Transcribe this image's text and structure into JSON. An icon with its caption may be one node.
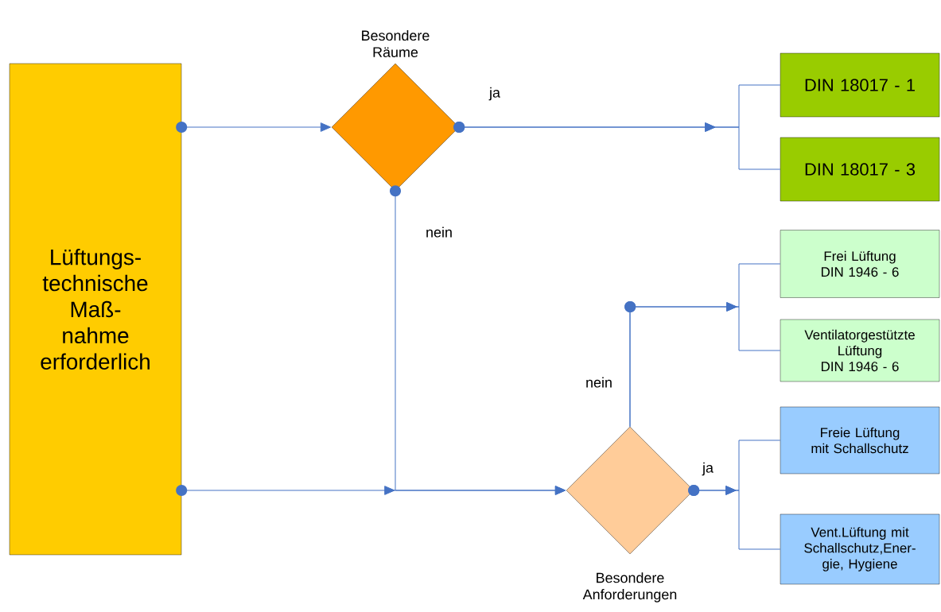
{
  "diagram": {
    "nodes": [
      {
        "text": [
          "Lüftungs- technische Maß- nahme erforderlich"
        ]
      },
      {
        "text": [
          "Besondere Räume"
        ]
      },
      {
        "text": [
          "Besondere Anforderungen"
        ]
      },
      {
        "text": [
          "DIN 18017 - 1"
        ]
      },
      {
        "text": [
          "DIN 18017 - 3"
        ]
      },
      {
        "text": [
          "Frei Lüftung",
          "DIN 1946 - 6"
        ]
      },
      {
        "text": [
          "Ventilatorgestützte Lüftung",
          "DIN 1946 - 6"
        ]
      },
      {
        "text": [
          "Freie Lüftung mit Schallschutz"
        ]
      },
      {
        "text": [
          "Vent.Lüftung mit Schallschutz,Ener- gie, Hygiene"
        ]
      }
    ],
    "edges": [
      {
        "from": 0,
        "to": 1,
        "arrow": "to"
      },
      {
        "from": 1,
        "to": 3,
        "arrow": "to",
        "label": "ja"
      },
      {
        "from": 1,
        "to": 4,
        "arrow": "to"
      },
      {
        "from": 1,
        "to": 2,
        "arrow": "to",
        "label": "nein"
      },
      {
        "from": 0,
        "to": 2,
        "arrow": "to"
      },
      {
        "from": 2,
        "to": 5,
        "arrow": "to",
        "label": "nein"
      },
      {
        "from": 2,
        "to": 6,
        "arrow": "to"
      },
      {
        "from": 2,
        "to": 7,
        "arrow": "to",
        "label": "ja"
      },
      {
        "from": 2,
        "to": 8,
        "arrow": "to"
      }
    ]
  }
}
